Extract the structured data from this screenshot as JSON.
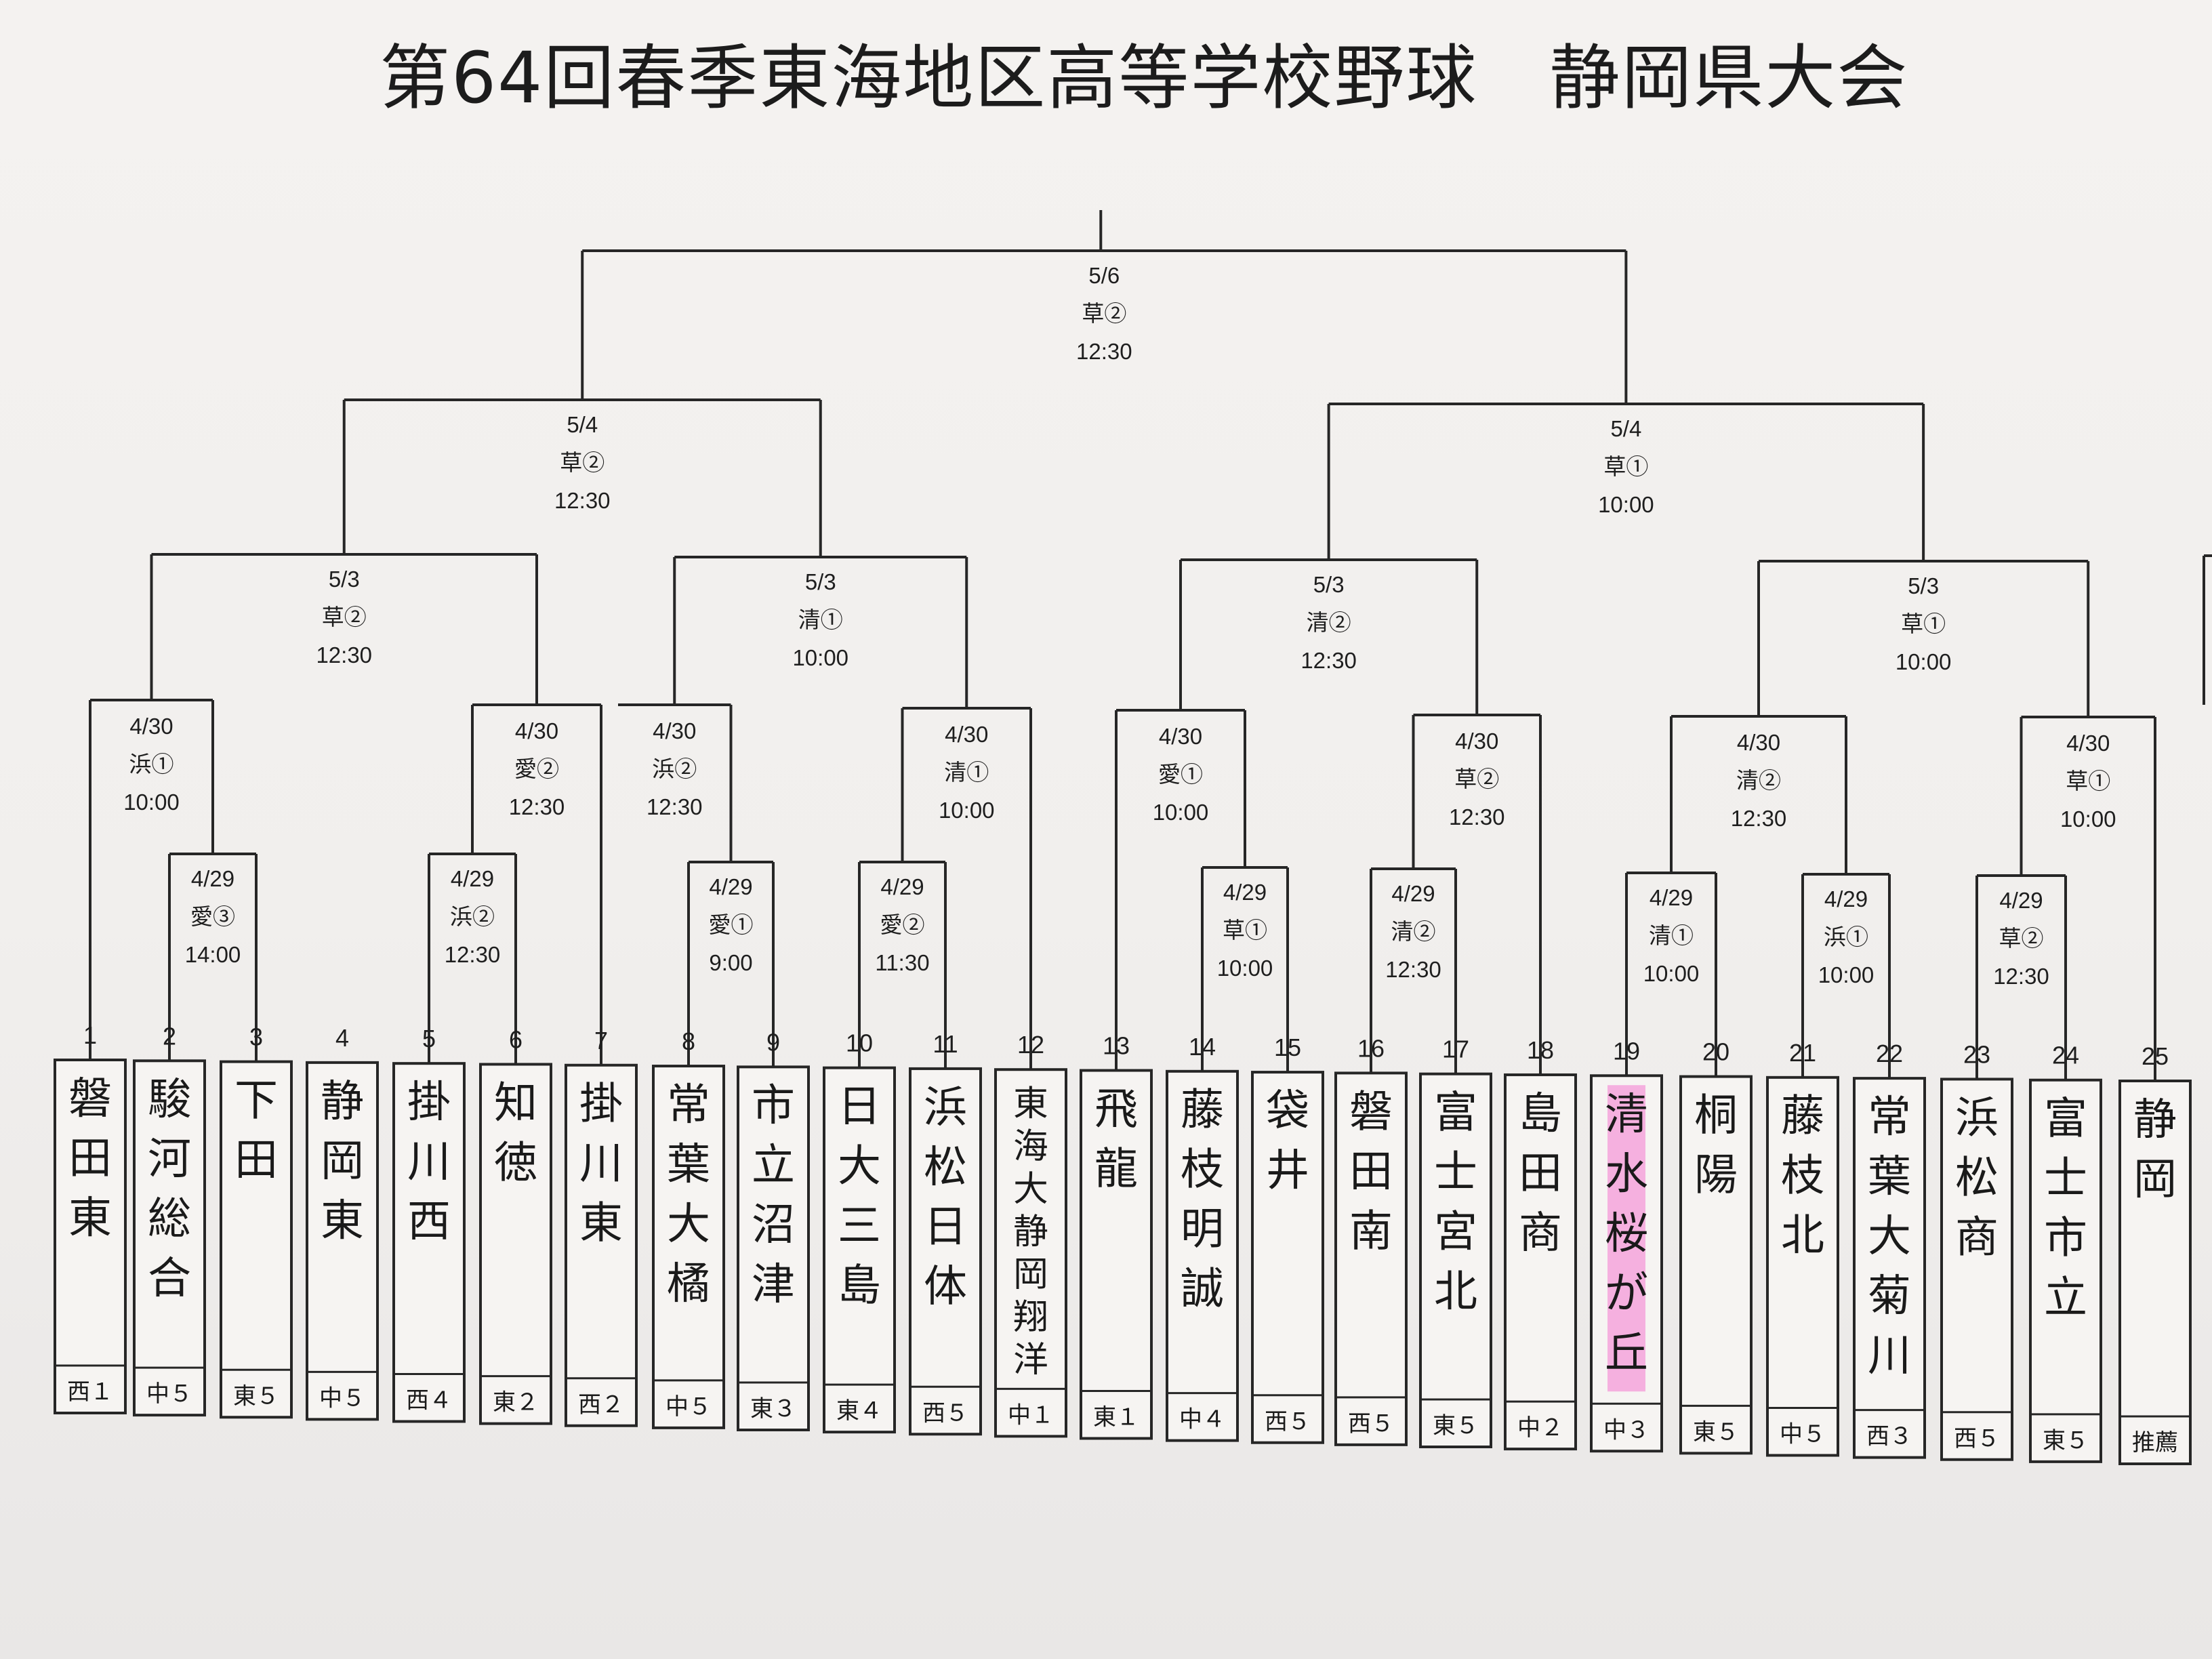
{
  "title": "第64回春季東海地区高等学校野球　静岡県大会",
  "highlight_color": "#f5a3dc",
  "teams": [
    {
      "no": "1",
      "name": "磐田東",
      "region": "西１"
    },
    {
      "no": "2",
      "name": "駿河総合",
      "region": "中５"
    },
    {
      "no": "3",
      "name": "下田",
      "region": "東５"
    },
    {
      "no": "4",
      "name": "静岡東",
      "region": "中５"
    },
    {
      "no": "5",
      "name": "掛川西",
      "region": "西４"
    },
    {
      "no": "6",
      "name": "知徳",
      "region": "東２"
    },
    {
      "no": "7",
      "name": "掛川東",
      "region": "西２"
    },
    {
      "no": "8",
      "name": "常葉大橘",
      "region": "中５"
    },
    {
      "no": "9",
      "name": "市立沼津",
      "region": "東３"
    },
    {
      "no": "10",
      "name": "日大三島",
      "region": "東４"
    },
    {
      "no": "11",
      "name": "浜松日体",
      "region": "西５"
    },
    {
      "no": "12",
      "name": "東海大静岡翔洋",
      "region": "中１"
    },
    {
      "no": "13",
      "name": "飛龍",
      "region": "東１"
    },
    {
      "no": "14",
      "name": "藤枝明誠",
      "region": "中４"
    },
    {
      "no": "15",
      "name": "袋井",
      "region": "西５"
    },
    {
      "no": "16",
      "name": "磐田南",
      "region": "西５"
    },
    {
      "no": "17",
      "name": "富士宮北",
      "region": "東５"
    },
    {
      "no": "18",
      "name": "島田商",
      "region": "中２"
    },
    {
      "no": "19",
      "name": "清水桜が丘",
      "region": "中３",
      "highlight": true
    },
    {
      "no": "20",
      "name": "桐陽",
      "region": "東５"
    },
    {
      "no": "21",
      "name": "藤枝北",
      "region": "中５"
    },
    {
      "no": "22",
      "name": "常葉大菊川",
      "region": "西３"
    },
    {
      "no": "23",
      "name": "浜松商",
      "region": "西５"
    },
    {
      "no": "24",
      "name": "富士市立",
      "region": "東５"
    },
    {
      "no": "25",
      "name": "静岡",
      "region": "推薦"
    }
  ],
  "matches": [
    {
      "id": "r1a",
      "date": "4/29",
      "venue": "愛③",
      "time": "14:00"
    },
    {
      "id": "r1b",
      "date": "4/29",
      "venue": "浜②",
      "time": "12:30"
    },
    {
      "id": "r1c",
      "date": "4/29",
      "venue": "愛①",
      "time": "9:00"
    },
    {
      "id": "r1d",
      "date": "4/29",
      "venue": "愛②",
      "time": "11:30"
    },
    {
      "id": "r1e",
      "date": "4/29",
      "venue": "草①",
      "time": "10:00"
    },
    {
      "id": "r1f",
      "date": "4/29",
      "venue": "清②",
      "time": "12:30"
    },
    {
      "id": "r1g",
      "date": "4/29",
      "venue": "清①",
      "time": "10:00"
    },
    {
      "id": "r1h",
      "date": "4/29",
      "venue": "浜①",
      "time": "10:00"
    },
    {
      "id": "r1i",
      "date": "4/29",
      "venue": "草②",
      "time": "12:30"
    },
    {
      "id": "r2a",
      "date": "4/30",
      "venue": "浜①",
      "time": "10:00"
    },
    {
      "id": "r2b",
      "date": "4/30",
      "venue": "愛②",
      "time": "12:30"
    },
    {
      "id": "r2c",
      "date": "4/30",
      "venue": "浜②",
      "time": "12:30"
    },
    {
      "id": "r2d",
      "date": "4/30",
      "venue": "清①",
      "time": "10:00"
    },
    {
      "id": "r2e",
      "date": "4/30",
      "venue": "愛①",
      "time": "10:00"
    },
    {
      "id": "r2f",
      "date": "4/30",
      "venue": "草②",
      "time": "12:30"
    },
    {
      "id": "r2g",
      "date": "4/30",
      "venue": "清②",
      "time": "12:30"
    },
    {
      "id": "r2h",
      "date": "4/30",
      "venue": "草①",
      "time": "10:00"
    },
    {
      "id": "r3a",
      "date": "5/3",
      "venue": "草②",
      "time": "12:30"
    },
    {
      "id": "r3b",
      "date": "5/3",
      "venue": "清①",
      "time": "10:00"
    },
    {
      "id": "r3c",
      "date": "5/3",
      "venue": "清②",
      "time": "12:30"
    },
    {
      "id": "r3d",
      "date": "5/3",
      "venue": "草①",
      "time": "10:00"
    },
    {
      "id": "r4a",
      "date": "5/4",
      "venue": "草②",
      "time": "12:30"
    },
    {
      "id": "r4b",
      "date": "5/4",
      "venue": "草①",
      "time": "10:00"
    },
    {
      "id": "r5",
      "date": "5/6",
      "venue": "草②",
      "time": "12:30"
    }
  ]
}
